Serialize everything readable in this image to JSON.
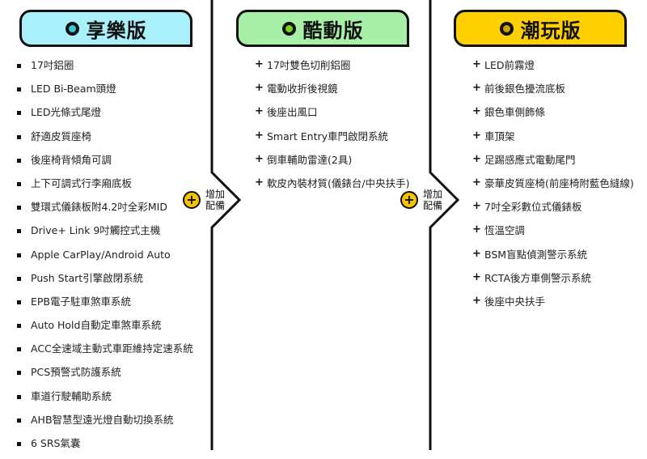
{
  "trims": [
    {
      "name": "享樂版",
      "color": "#a9f0fa",
      "dot_color": "#3ec8d6",
      "features": [
        "17吋鋁圈",
        "LED Bi-Beam頭燈",
        "LED光條式尾燈",
        "舒適皮質座椅",
        "後座椅背傾角可調",
        "上下可調式行李廂底板",
        "雙環式儀錶板附4.2吋全彩MID",
        "Drive+ Link 9吋觸控式主機",
        "Apple CarPlay/Android Auto",
        "Push Start引擎啟閉系統",
        "EPB電子駐車煞車系統",
        "Auto Hold自動定車煞車系統",
        "ACC全速域主動式車距維持定速系統",
        "PCS預警式防護系統",
        "車道行駛輔助系統",
        "AHB智慧型遠光燈自動切換系統",
        "6 SRS氣囊"
      ]
    },
    {
      "name": "酷動版",
      "color": "#a8f0a8",
      "dot_color": "#7ed321",
      "features": [
        "17吋雙色切削鋁圈",
        "電動收折後視鏡",
        "後座出風口",
        "Smart Entry車門啟閉系統",
        "倒車輔助雷達(2具)",
        "軟皮內裝材質(儀錶台/中央扶手)"
      ]
    },
    {
      "name": "潮玩版",
      "color": "#ffd000",
      "dot_color": "#c8a200",
      "features": [
        "LED前霧燈",
        "前後銀色擾流底板",
        "銀色車側飾條",
        "車頂架",
        "足踢感應式電動尾門",
        "豪華皮質座椅(前座椅附藍色縫線)",
        "7吋全彩數位式儀錶板",
        "恆溫空調",
        "BSM盲點偵測警示系統",
        "RCTA後方車側警示系統",
        "後座中央扶手"
      ]
    }
  ],
  "add_badge": {
    "symbol": "+",
    "text": "增加配備",
    "color": "#f5c400"
  }
}
